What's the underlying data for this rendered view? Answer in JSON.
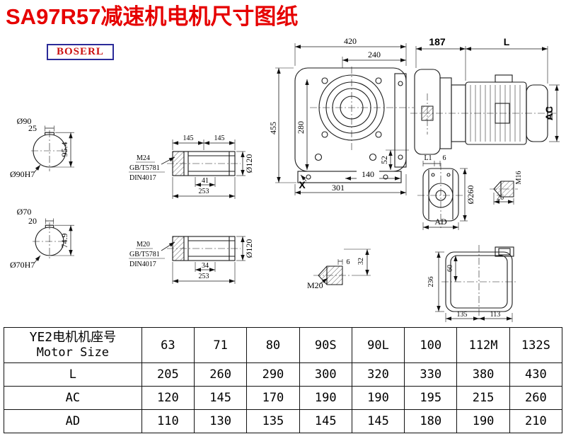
{
  "title": "SA97R57减速机电机尺寸图纸",
  "logo": "BOSERL",
  "front_view": {
    "width_total": "420",
    "width_inner": "240",
    "height_total": "455",
    "height_inner": "280",
    "dim_52": "52",
    "dim_140": "140",
    "dim_301": "301",
    "x_label": "X"
  },
  "side_view": {
    "dim_187": "187",
    "dim_L": "L",
    "dim_AC": "AC"
  },
  "shaft_90": {
    "dia": "Ø90",
    "key_width": "25",
    "key_height": "95.4",
    "bore": "Ø90H7"
  },
  "shaft_70": {
    "dia": "Ø70",
    "key_width": "20",
    "key_height": "74.9",
    "bore": "Ø70H7"
  },
  "hollow_shaft_top": {
    "dim_145_left": "145",
    "dim_145_right": "145",
    "dia": "Ø120",
    "thread": "M24",
    "standard_gb": "GB/T5781",
    "standard_din": "DIN4017",
    "dim_41": "41",
    "dim_253": "253"
  },
  "hollow_shaft_bottom": {
    "dia": "Ø120",
    "thread": "M20",
    "standard_gb": "GB/T5781",
    "standard_din": "DIN4017",
    "dim_34": "34",
    "dim_253": "253"
  },
  "output_flange_view": {
    "dim_L1": "L1",
    "dim_6": "6",
    "dia": "Ø260",
    "dim_AD": "AD"
  },
  "plug_m16": {
    "thread": "M16",
    "dim_26": "26"
  },
  "plug_m20": {
    "thread": "M20",
    "dim_6": "6",
    "dim_32": "32"
  },
  "motor_rear_view": {
    "dim_236": "236",
    "dim_60": "60",
    "dim_135": "135",
    "dim_113": "113"
  },
  "table": {
    "header_cn": "YE2电机机座号",
    "header_en": "Motor Size",
    "sizes": [
      "63",
      "71",
      "80",
      "90S",
      "90L",
      "100",
      "112M",
      "132S"
    ],
    "rows": [
      {
        "label": "L",
        "values": [
          "205",
          "260",
          "290",
          "300",
          "320",
          "330",
          "380",
          "430"
        ]
      },
      {
        "label": "AC",
        "values": [
          "120",
          "145",
          "170",
          "190",
          "190",
          "195",
          "215",
          "260"
        ]
      },
      {
        "label": "AD",
        "values": [
          "110",
          "130",
          "135",
          "145",
          "145",
          "180",
          "190",
          "210"
        ]
      }
    ]
  }
}
